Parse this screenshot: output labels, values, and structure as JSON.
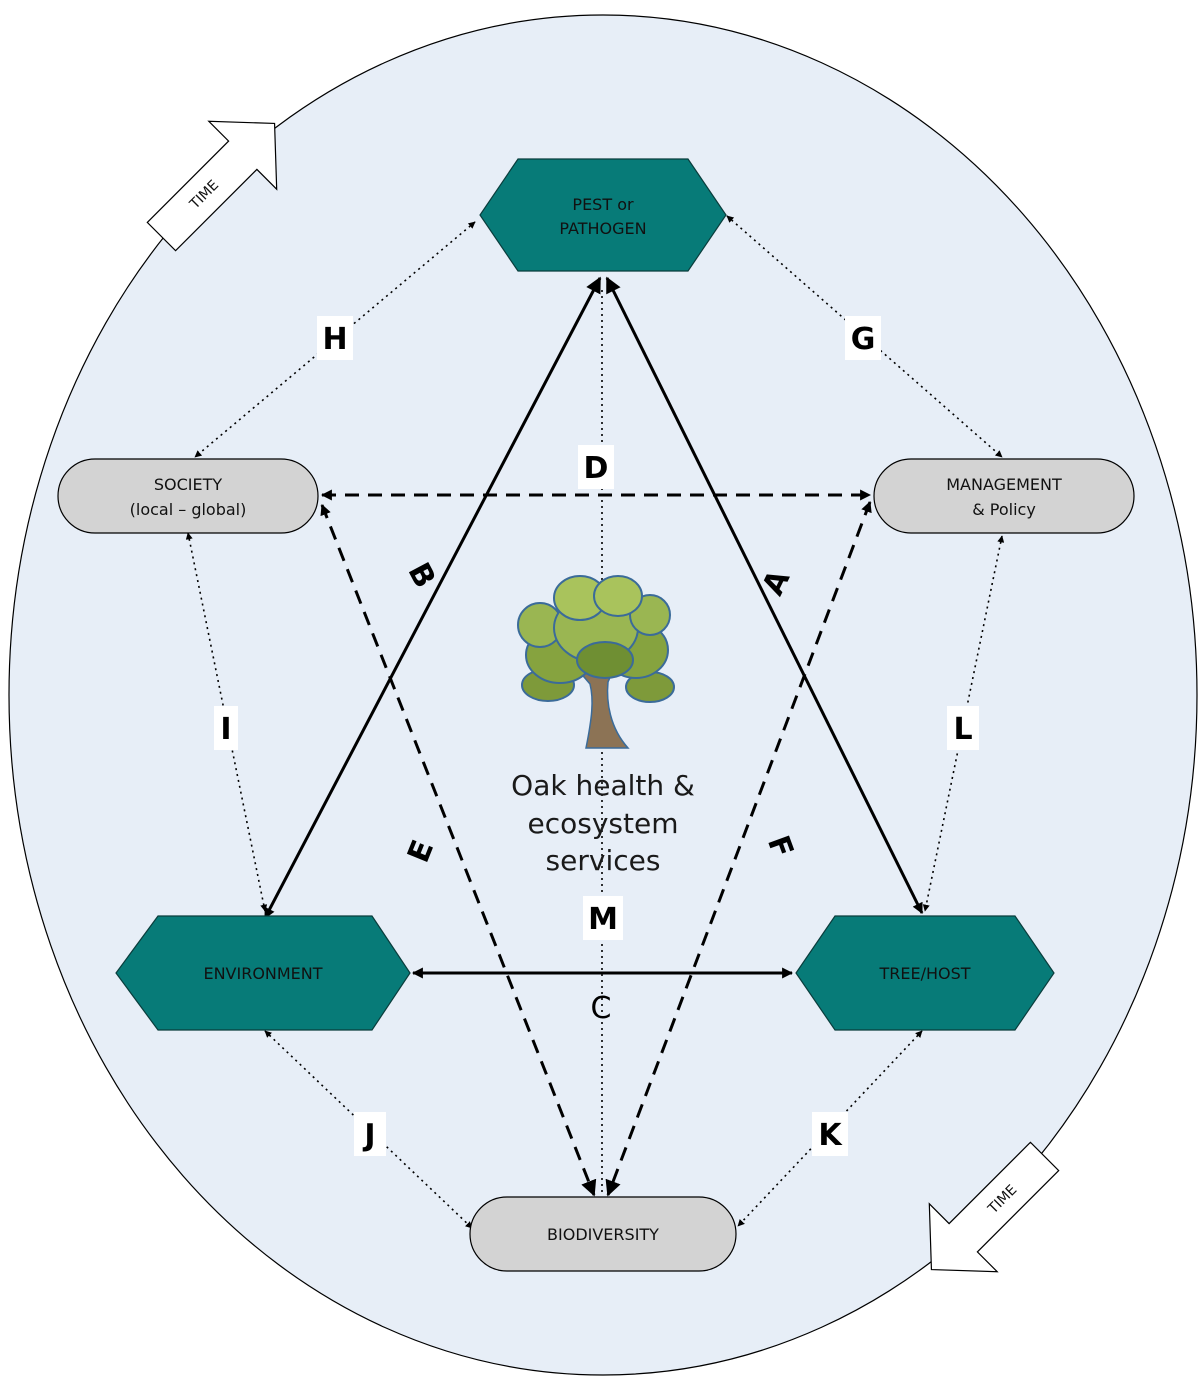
{
  "colors": {
    "background_ellipse": "#e7eef7",
    "teal_node": "#077b78",
    "gray_node": "#d3d3d3",
    "line": "#000000"
  },
  "nodes": {
    "pest": {
      "line1": "PEST or",
      "line2": "PATHOGEN"
    },
    "society": {
      "line1": "SOCIETY",
      "line2": "(local – global)"
    },
    "management": {
      "line1": "MANAGEMENT",
      "line2": "& Policy"
    },
    "environment": {
      "label": "ENVIRONMENT"
    },
    "tree_host": {
      "label": "TREE/HOST"
    },
    "biodiversity": {
      "label": "BIODIVERSITY"
    }
  },
  "center": {
    "icon": "oak-tree-icon",
    "line1": "Oak health &",
    "line2": "ecosystem",
    "line3": "services"
  },
  "time_arrows": {
    "top_label": "TIME",
    "bottom_label": "TIME"
  },
  "edge_labels": {
    "A": "A",
    "B": "B",
    "C": "C",
    "D": "D",
    "E": "E",
    "F": "F",
    "G": "G",
    "H": "H",
    "I": "I",
    "J": "J",
    "K": "K",
    "L": "L",
    "M": "M"
  }
}
